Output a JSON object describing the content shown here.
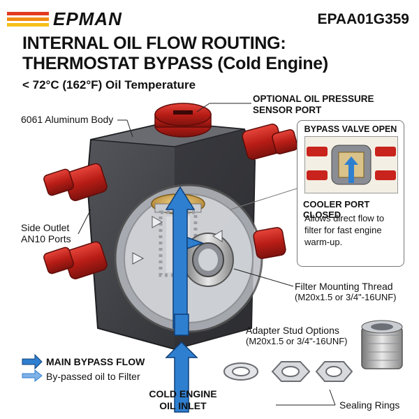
{
  "brand": {
    "name": "EPMAN",
    "sku": "EPAA01G359",
    "stripe_colors": [
      "#e23a1f",
      "#f28c13",
      "#f6c11a"
    ]
  },
  "title": {
    "line1": "INTERNAL OIL FLOW ROUTING:",
    "line2": "THERMOSTAT BYPASS (Cold Engine)"
  },
  "subtitle": "< 72°C (162°F) Oil Temperature",
  "labels": {
    "sensor_port_1": "OPTIONAL OIL PRESSURE",
    "sensor_port_2": "SENSOR PORT",
    "body": "6061 Aluminum Body",
    "side_outlet_1": "Side Outlet",
    "side_outlet_2": "AN10 Ports",
    "filter_thread": "Filter Mounting Thread",
    "filter_thread_spec": "(M20x1.5 or 3/4\"-16UNF)",
    "adapter_title": "Adapter Stud Options",
    "adapter_spec": "(M20x1.5 or 3/4\"-16UNF)",
    "sealing_rings": "Sealing Rings",
    "cold_inlet_1": "COLD ENGINE",
    "cold_inlet_2": "OIL INLET"
  },
  "inset": {
    "title": "BYPASS VALVE OPEN",
    "status": "COOLER PORT CLOSED",
    "desc_1": "Allows direct flow to",
    "desc_2": "filter for fast engine",
    "desc_3": "warm-up."
  },
  "legend": {
    "main": "MAIN BYPASS FLOW",
    "bypassed": "By-passed oil to Filter"
  },
  "colors": {
    "flow_blue": "#2f7fd0",
    "anodized_red": "#c8231c",
    "body_gray": "#3a3b3f"
  },
  "icons": [
    "pressure-sensor-plug-icon",
    "thermostat-icon",
    "adapter-stud-icon",
    "sealing-ring-icon"
  ]
}
